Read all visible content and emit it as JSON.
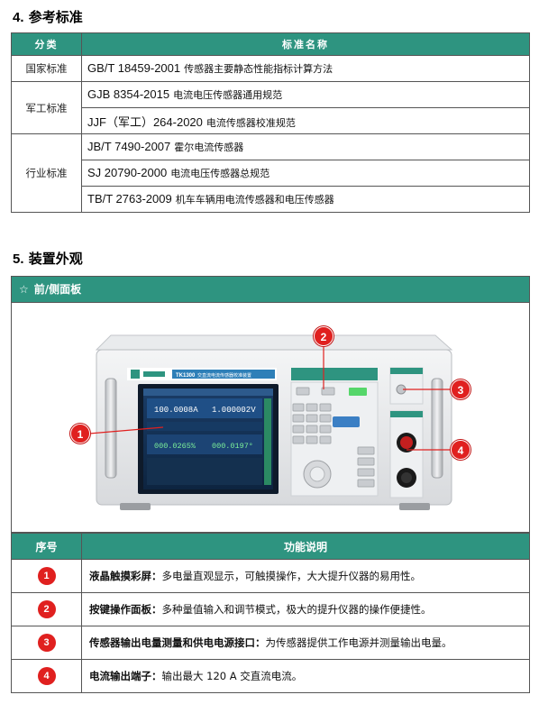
{
  "section4": {
    "number": "4.",
    "title": "参考标准",
    "headers": [
      "分类",
      "标准名称"
    ],
    "groups": [
      {
        "category": "国家标准",
        "items": [
          {
            "code": "GB/T 18459-2001",
            "name": "传感器主要静态性能指标计算方法"
          }
        ]
      },
      {
        "category": "军工标准",
        "items": [
          {
            "code": "GJB 8354-2015",
            "name": "电流电压传感器通用规范"
          },
          {
            "code": "JJF（军工）264-2020",
            "name": "电流传感器校准规范"
          }
        ]
      },
      {
        "category": "行业标准",
        "items": [
          {
            "code": "JB/T 7490-2007",
            "name": "霍尔电流传感器"
          },
          {
            "code": "SJ 20790-2000",
            "name": "电流电压传感器总规范"
          },
          {
            "code": "TB/T 2763-2009",
            "name": "机车车辆用电流传感器和电压传感器"
          }
        ]
      }
    ]
  },
  "section5": {
    "number": "5.",
    "title": "装置外观",
    "panel_star": "☆",
    "panel_title": "前/侧面板",
    "device": {
      "model": "TK1300",
      "model_desc": "交直流电流传感器校准装置",
      "reading_current": "100.0008A",
      "reading_voltage": "1.000002V",
      "reading_err1": "000.0265%",
      "reading_err2": "000.0197°"
    },
    "callouts": [
      "1",
      "2",
      "3",
      "4"
    ],
    "func_headers": [
      "序号",
      "功能说明"
    ],
    "functions": [
      {
        "num": "1",
        "label": "液晶触摸彩屏：",
        "text": "多电量直观显示，可触摸操作，大大提升仪器的易用性。"
      },
      {
        "num": "2",
        "label": "按键操作面板：",
        "text": "多种量值输入和调节模式，极大的提升仪器的操作便捷性。"
      },
      {
        "num": "3",
        "label": "传感器输出电量测量和供电电源接口：",
        "text": "为传感器提供工作电源并测量输出电量。"
      },
      {
        "num": "4",
        "label": "电流输出端子：",
        "text": "输出最大 120 A 交直流电流。"
      }
    ]
  },
  "colors": {
    "accent": "#2e9480",
    "badge": "#e0201f"
  }
}
